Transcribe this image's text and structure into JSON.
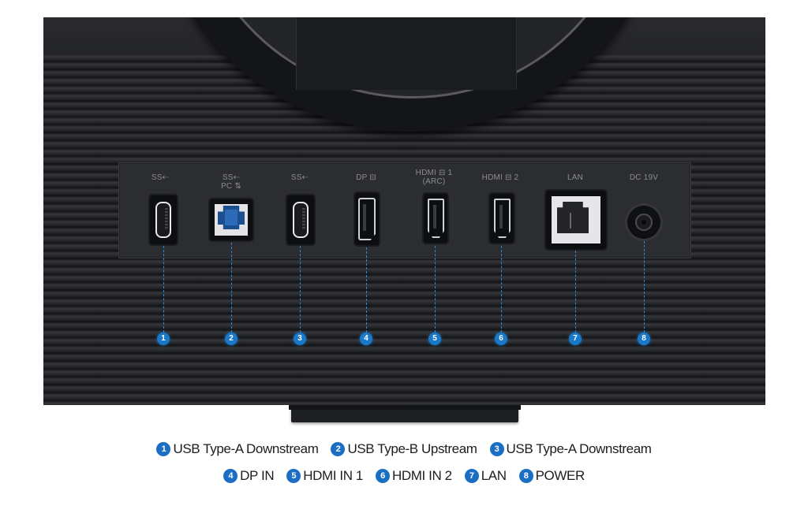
{
  "colors": {
    "accent_blue": "#1a78c9",
    "body": "#1d1e21",
    "panel": "#2c2d31",
    "legend_text": "#1d1d1f"
  },
  "ports": [
    {
      "id": 1,
      "label": "SS⇠",
      "label2": "",
      "type": "usb-a",
      "icon": "usb-type-a-port-icon"
    },
    {
      "id": 2,
      "label": "SS⇠",
      "label2": "PC ⇅",
      "type": "usb-b",
      "icon": "usb-type-b-port-icon"
    },
    {
      "id": 3,
      "label": "SS⇠",
      "label2": "",
      "type": "usb-a",
      "icon": "usb-type-a-port-icon"
    },
    {
      "id": 4,
      "label": "DP ⊟",
      "label2": "",
      "type": "dp",
      "icon": "displayport-icon"
    },
    {
      "id": 5,
      "label": "HDMI ⊟ 1",
      "label2": "(ARC)",
      "type": "hdmi",
      "icon": "hdmi-port-icon"
    },
    {
      "id": 6,
      "label": "HDMI ⊟ 2",
      "label2": "",
      "type": "hdmi",
      "icon": "hdmi-port-icon"
    },
    {
      "id": 7,
      "label": "LAN",
      "label2": "",
      "type": "lan",
      "icon": "ethernet-port-icon"
    },
    {
      "id": 8,
      "label": "DC 19V",
      "label2": "",
      "type": "dc",
      "icon": "dc-power-jack-icon"
    }
  ],
  "badges": [
    "1",
    "2",
    "3",
    "4",
    "5",
    "6",
    "7",
    "8"
  ],
  "legend": {
    "row1": [
      {
        "num": "1",
        "text": "USB Type-A Downstream"
      },
      {
        "num": "2",
        "text": "USB Type-B Upstream"
      },
      {
        "num": "3",
        "text": "USB Type-A Downstream"
      }
    ],
    "row2": [
      {
        "num": "4",
        "text": "DP IN"
      },
      {
        "num": "5",
        "text": "HDMI IN 1"
      },
      {
        "num": "6",
        "text": "HDMI IN 2"
      },
      {
        "num": "7",
        "text": "LAN"
      },
      {
        "num": "8",
        "text": "POWER"
      }
    ]
  }
}
